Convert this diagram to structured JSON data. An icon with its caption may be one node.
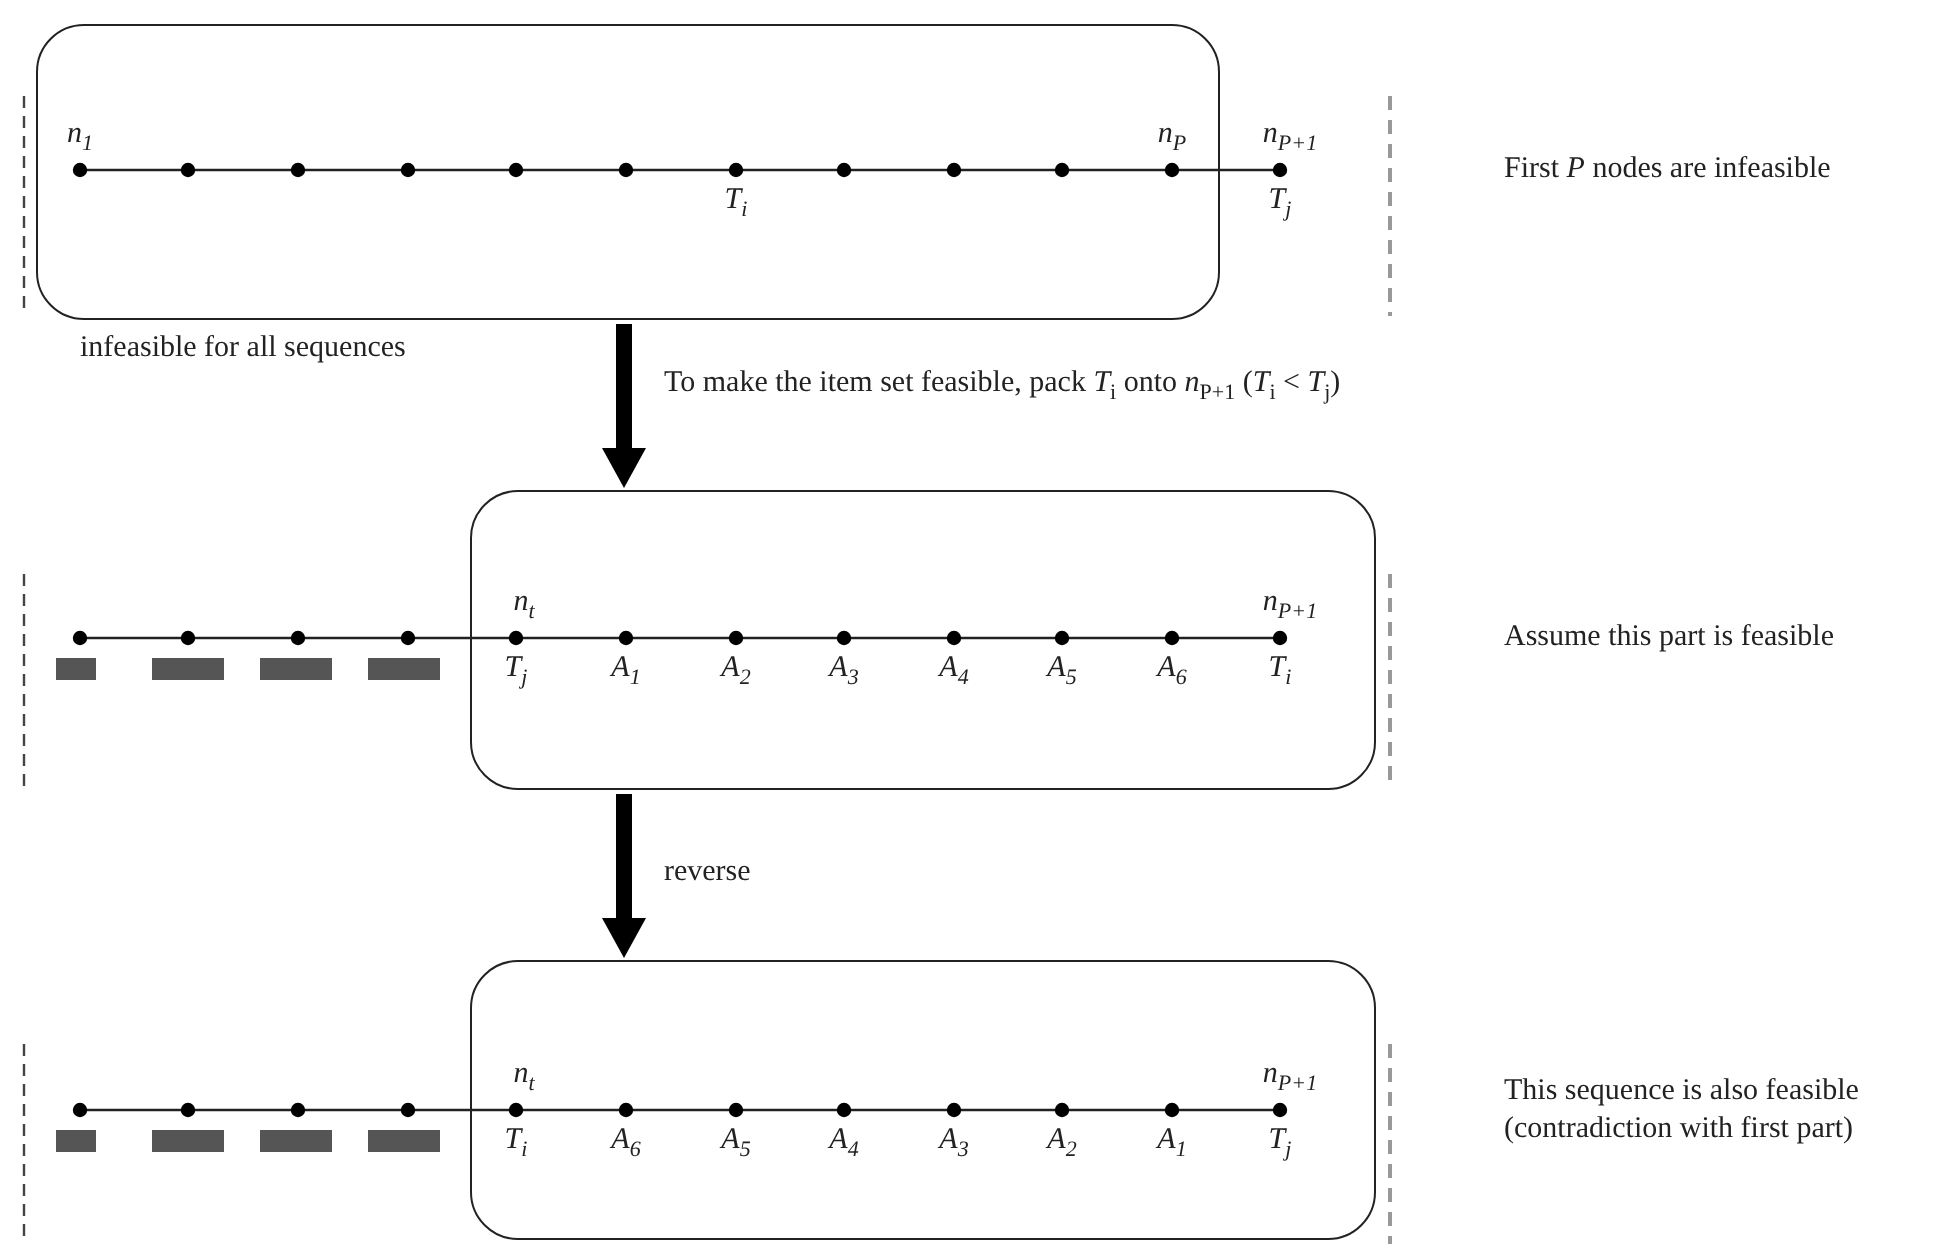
{
  "diagram": {
    "nodes": [
      {
        "text": [],
        "shape": "box",
        "beside": [
          "infeasible for all sequences"
        ]
      },
      {
        "text": [],
        "shape": "box"
      },
      {
        "text": [],
        "shape": "box"
      }
    ],
    "edges": [
      {
        "from": 0,
        "to": 1,
        "arrow": "to",
        "label": "To make the item set feasible, pack *T*$_{i}$ onto *n*$_{P+1}$ (*T*$_{i}$ < *T*$_{j}$)"
      },
      {
        "from": 1,
        "to": 2,
        "arrow": "to",
        "label": "reverse"
      }
    ],
    "labels": [
      "n$_{1}$",
      "T$_{i}$",
      "n$_{P}$",
      "n$_{P+1}$",
      "T$_{j}$",
      "First *P* nodes are infeasible",
      "n$_{t}$",
      "n$_{P+1}$",
      "T$_{j}$",
      "A$_{1}$",
      "A$_{2}$",
      "A$_{3}$",
      "A$_{4}$",
      "A$_{5}$",
      "A$_{6}$",
      "T$_{i}$",
      "Assume this part is feasible",
      "n$_{t}$",
      "n$_{P+1}$",
      "T$_{i}$",
      "A$_{6}$",
      "A$_{5}$",
      "A$_{4}$",
      "A$_{3}$",
      "A$_{2}$",
      "A$_{1}$",
      "T$_{j}$",
      "This sequence is also feasible (contradiction with first part)"
    ]
  }
}
